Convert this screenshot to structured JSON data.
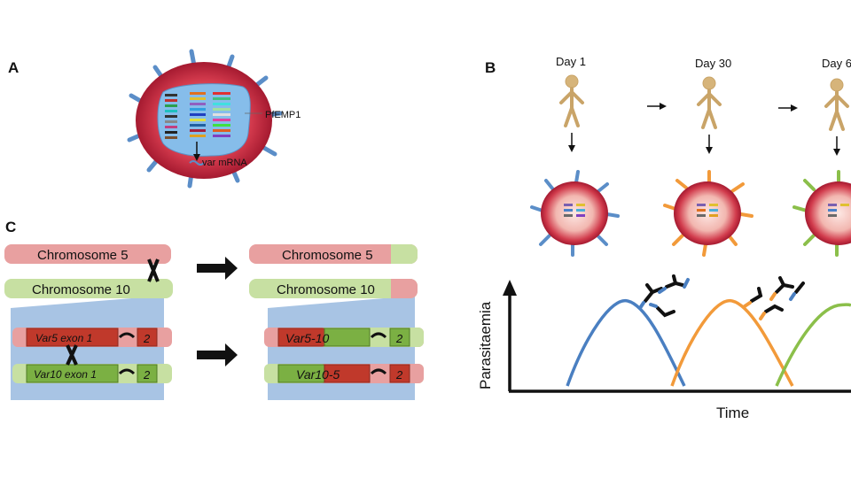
{
  "panels": {
    "a": {
      "letter": "A",
      "protein_label": "PfEMP1",
      "mrna_label": "var mRNA"
    },
    "b": {
      "letter": "B",
      "days": [
        "Day 1",
        "Day 30",
        "Day 6"
      ],
      "y_label": "Parasitaemia",
      "x_label": "Time",
      "wave_colors": [
        "#4a7fc1",
        "#f29a3a",
        "#8bbf4a"
      ]
    },
    "c": {
      "letter": "C",
      "chr5": "Chromosome 5",
      "chr10": "Chromosome 10",
      "chr5_after": "Chromosome 5",
      "chr10_after": "Chromosome 10",
      "var5": "Var5 exon 1",
      "var10": "Var10 exon 1",
      "var5_10": "Var5-10",
      "var10_5": "Var10-5",
      "exon2": "2"
    }
  },
  "colors": {
    "chr5": "#e8a0a0",
    "chr10": "#c7e0a2",
    "var_red": "#c0392b",
    "var_green": "#7bb043",
    "membrane": "#c0243a",
    "nucleus": "#7fb3e6",
    "knob": "#5b8ec8"
  }
}
